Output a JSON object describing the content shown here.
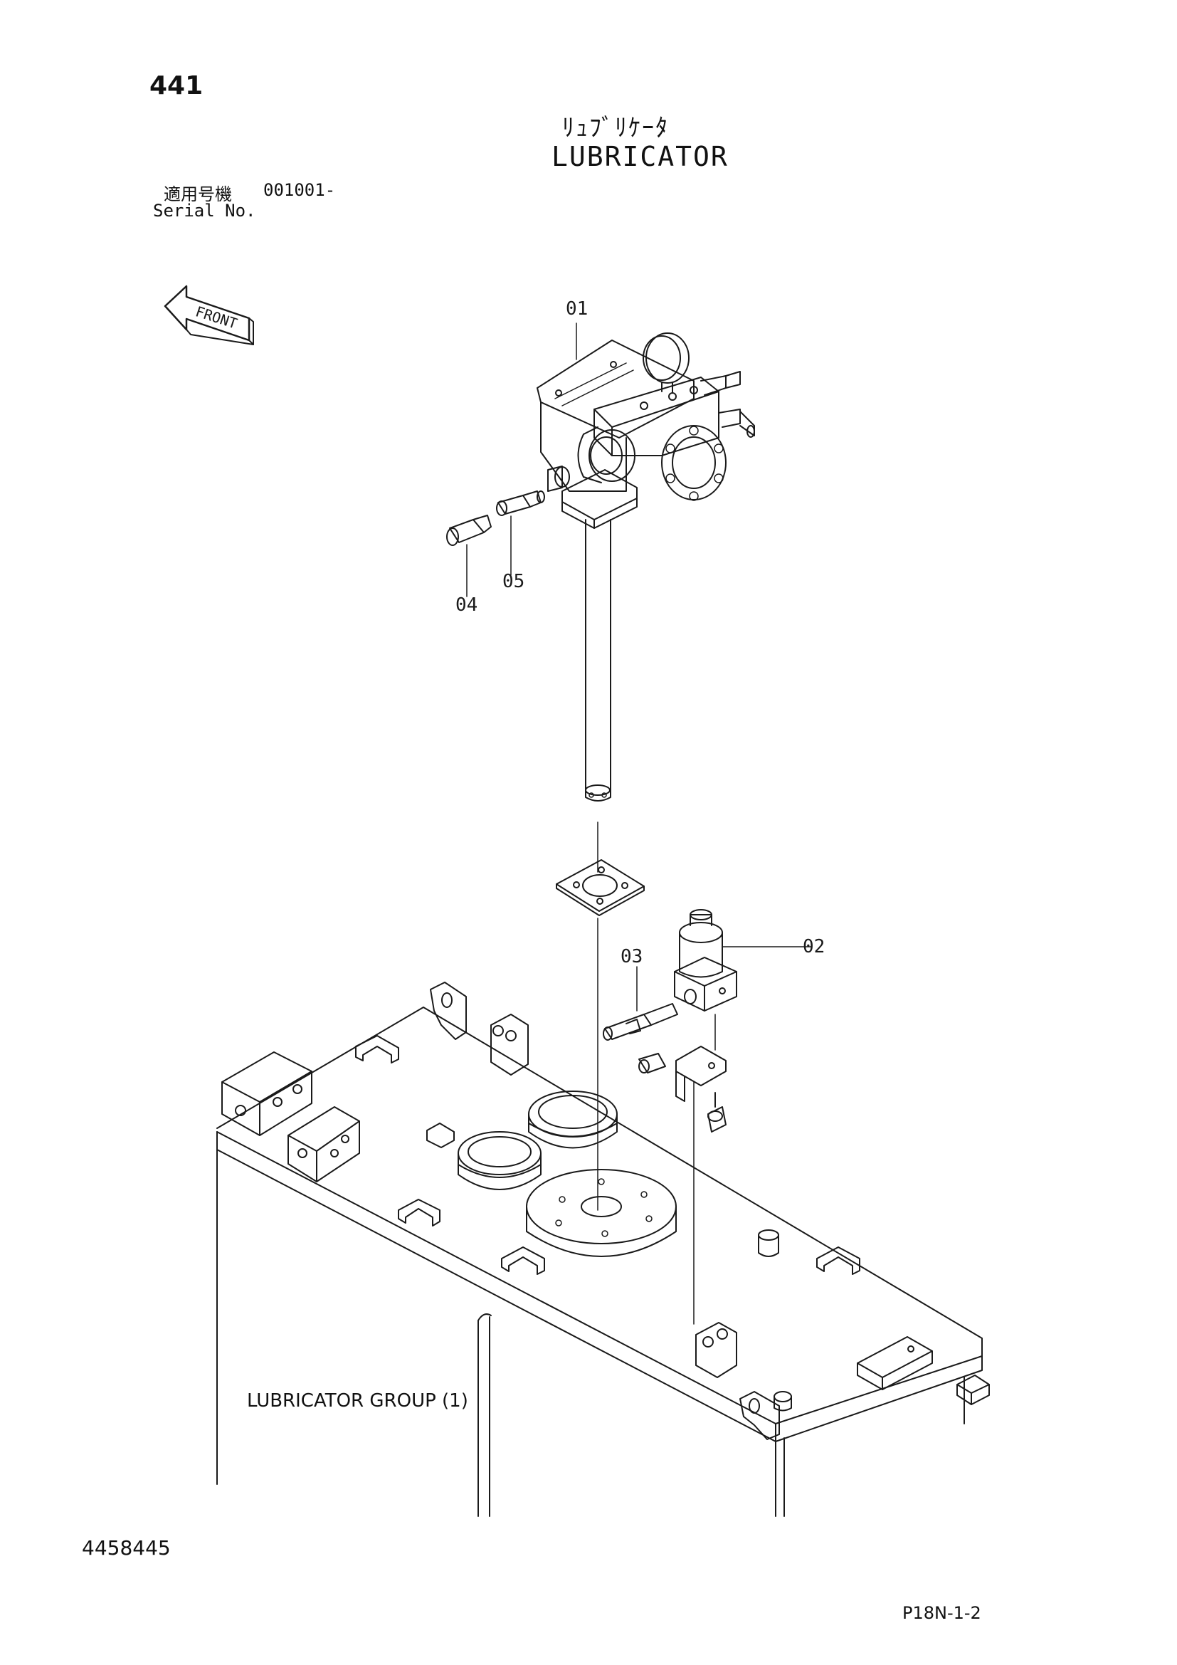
{
  "page_number": "441",
  "title": {
    "japanese": "ﾘｭﾌﾞﾘｹｰﾀ",
    "english": "LUBRICATOR"
  },
  "serial": {
    "label_jp": "適用号機",
    "range": "001001-",
    "label_en": "Serial No."
  },
  "front_indicator": "FRONT",
  "callouts": [
    "01",
    "02",
    "03",
    "04",
    "05"
  ],
  "group_label": "LUBRICATOR GROUP (1)",
  "doc_number": "4458445",
  "page_code": "P18N-1-2",
  "line_color": "#1a1a1a"
}
